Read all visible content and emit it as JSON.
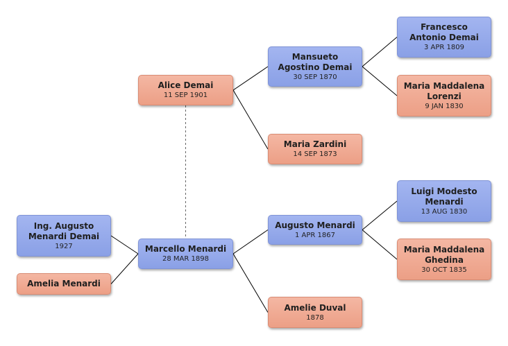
{
  "people": {
    "alice": {
      "name": "Alice Demai",
      "date": "11 SEP 1901",
      "sex": "female"
    },
    "mansueto": {
      "name": "Mansueto Agostino Demai",
      "date": "30 SEP 1870",
      "sex": "male"
    },
    "francesco": {
      "name": "Francesco Antonio Demai",
      "date": "3 APR 1809",
      "sex": "male"
    },
    "mariaLorenzi": {
      "name": "Maria Maddalena Lorenzi",
      "date": "9 JAN 1830",
      "sex": "female"
    },
    "mariaZardini": {
      "name": "Maria Zardini",
      "date": "14 SEP 1873",
      "sex": "female"
    },
    "augustoDemai": {
      "name": "Ing. Augusto Menardi Demai",
      "date": "1927",
      "sex": "male"
    },
    "amelia": {
      "name": "Amelia Menardi",
      "date": "",
      "sex": "female"
    },
    "marcello": {
      "name": "Marcello Menardi",
      "date": "28 MAR 1898",
      "sex": "male"
    },
    "augusto": {
      "name": "Augusto Menardi",
      "date": "1 APR 1867",
      "sex": "male"
    },
    "luigi": {
      "name": "Luigi Modesto Menardi",
      "date": "13 AUG 1830",
      "sex": "male"
    },
    "mariaGhedina": {
      "name": "Maria Maddalena Ghedina",
      "date": "30 OCT 1835",
      "sex": "female"
    },
    "amelie": {
      "name": "Amelie Duval",
      "date": "1878",
      "sex": "female"
    }
  },
  "relations": {
    "parents": [
      {
        "child": "alice",
        "parents": [
          "mansueto",
          "mariaZardini"
        ]
      },
      {
        "child": "mansueto",
        "parents": [
          "francesco",
          "mariaLorenzi"
        ]
      },
      {
        "child": "marcello",
        "parents": [
          "augusto",
          "amelie"
        ]
      },
      {
        "child": "augusto",
        "parents": [
          "luigi",
          "mariaGhedina"
        ]
      },
      {
        "child": "augustoDemai",
        "parents": [
          "marcello"
        ]
      },
      {
        "child": "amelia",
        "parents": [
          "marcello"
        ]
      }
    ],
    "spouses": [
      {
        "a": "alice",
        "b": "marcello",
        "style": "dashed"
      }
    ]
  },
  "colors": {
    "male": "#8ea3e8",
    "female": "#f0a890",
    "line": "#000000",
    "spouse_line": "#666666"
  }
}
